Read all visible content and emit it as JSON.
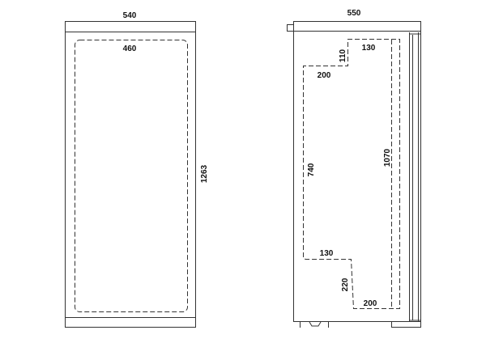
{
  "front_view": {
    "width_label": "540",
    "inner_width_label": "460",
    "height_label": "1263"
  },
  "side_view": {
    "depth_label": "550",
    "top_step_width_label": "130",
    "top_step_height_label": "110",
    "upper_shelf_label": "200",
    "left_height_label": "740",
    "inner_height_label": "1070",
    "lower_step_width_label": "130",
    "lower_step_height_label": "220",
    "bottom_width_label": "200"
  }
}
